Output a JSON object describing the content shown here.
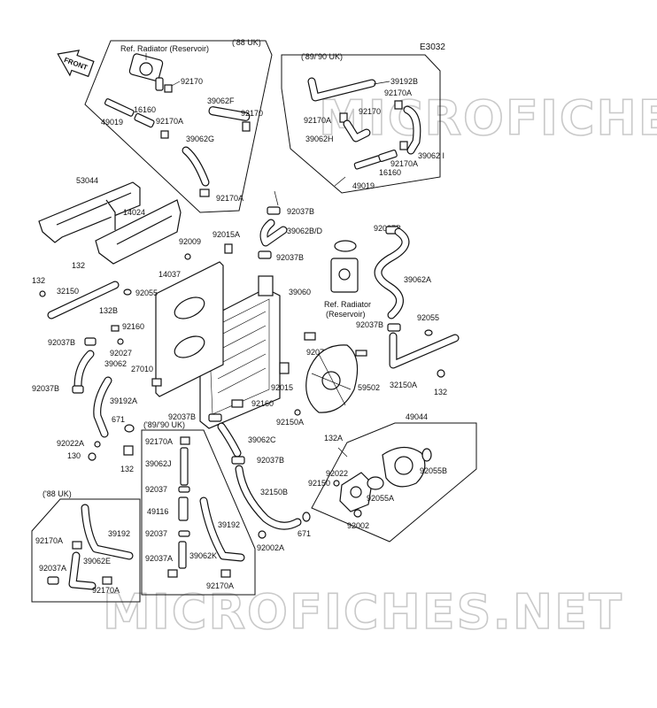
{
  "diagram_code": "E3032",
  "front_label": "FRONT",
  "watermark": "MICROFICHES.NET",
  "groups": {
    "uk88_top": "('88 UK)",
    "uk8990_top": "('89/'90 UK)",
    "uk8990_bottom": "('89/'90 UK)",
    "uk88_bottom": "('88 UK)"
  },
  "ref_radiator_top": "Ref. Radiator (Reservoir)",
  "ref_radiator_mid_1": "Ref. Radiator",
  "ref_radiator_mid_2": "(Reservoir)",
  "labels": {
    "l92170_a": "92170",
    "l16160_a": "16160",
    "l49019_a": "49019",
    "l92170A_a": "92170A",
    "l39062F": "39062F",
    "l92170_b": "92170",
    "l39062G": "39062G",
    "l92170A_b": "92170A",
    "l39192B": "39192B",
    "l92170A_c": "92170A",
    "l92170A_d": "92170A",
    "l92170_c": "92170",
    "l39062H": "39062H",
    "l39062I": "39062 I",
    "l92170A_e": "92170A",
    "l16160_b": "16160",
    "l49019_b": "49019",
    "l53044": "53044",
    "l14024": "14024",
    "l92037B_a": "92037B",
    "l39062BD": "39062B/D",
    "l92037B_b": "92037B",
    "l92009": "92009",
    "l92015A": "92015A",
    "l92037B_c": "92037B",
    "l39062A": "39062A",
    "l132_a": "132",
    "l14037": "14037",
    "l39060": "39060",
    "l132_b": "132",
    "l32150": "32150",
    "l92055_a": "92055",
    "l132B": "132B",
    "l92160_a": "92160",
    "l92037B_d": "92037B",
    "l92027": "92027",
    "l39062_a": "39062",
    "l27010": "27010",
    "l92037B_e": "92037B",
    "l39192A": "39192A",
    "l92075": "92075",
    "l92055_b": "92055",
    "l92037B_f": "92037B",
    "l32150A": "32150A",
    "l132_c": "132",
    "l92015": "92015",
    "l59502": "59502",
    "l92160_b": "92160",
    "l92150A": "92150A",
    "l49044": "49044",
    "l92037B_g": "92037B",
    "l39062C": "39062C",
    "l671_a": "671",
    "l92022A": "92022A",
    "l130": "130",
    "l132_d": "132",
    "l92170A_f": "92170A",
    "l39062J": "39062J",
    "l92037_a": "92037",
    "l49116": "49116",
    "l92037_b": "92037",
    "l92037A_a": "92037A",
    "l39062K": "39062K",
    "l92170A_g": "92170A",
    "l39192": "39192",
    "l92037B_h": "92037B",
    "l32150B": "32150B",
    "l132A": "132A",
    "l92022": "92022",
    "l92150": "92150",
    "l92055B": "92055B",
    "l92055A": "92055A",
    "l92002": "92002",
    "l671_b": "671",
    "l92002A": "92002A",
    "l92170A_h": "92170A",
    "l39192_b": "39192",
    "l92037A_b": "92037A",
    "l39062E": "39062E",
    "l92170A_i": "92170A"
  }
}
